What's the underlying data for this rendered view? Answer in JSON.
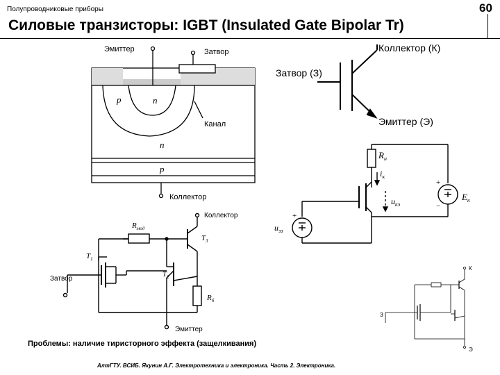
{
  "header": {
    "section": "Полупроводниковые приборы",
    "page_number": "60"
  },
  "title": "Силовые транзисторы: IGBT (Insulated Gate Bipolar Tr)",
  "structure": {
    "emitter": "Эмиттер",
    "gate": "Затвор",
    "p_region": "p",
    "n_region": "n",
    "channel": "Канал",
    "n_drift": "n",
    "p_sub": "p",
    "collector": "Коллектор"
  },
  "symbol": {
    "collector": "Коллектор (К)",
    "gate": "Затвор (З)",
    "emitter": "Эмиттер (Э)"
  },
  "circuit": {
    "rn": "R",
    "rn_sub": "н",
    "ik": "i",
    "ik_sub": "к",
    "uke": "u",
    "uke_sub": "кэ",
    "ek": "E",
    "ek_sub": "к",
    "uze": "u",
    "uze_sub": "зэ",
    "plus": "+",
    "minus": "−"
  },
  "equivalent": {
    "collector": "Коллектор",
    "rmod": "R",
    "rmod_sub": "мод",
    "t1": "T",
    "t1_sub": "1",
    "t2": "T",
    "t2_sub": "2",
    "t3": "T",
    "t3_sub": "3",
    "rb": "R",
    "rb_sub": "б",
    "gate": "Затвор",
    "emitter": "Эмиттер"
  },
  "thumbnail": {
    "k": "К",
    "z": "З",
    "e": "Э"
  },
  "problems": "Проблемы: наличие тиристорного эффекта (защелкивания)",
  "footer": "АлтГТУ. ВСИБ. Якунин А.Г. Электротехника и электроника. Часть 2. Электроника."
}
